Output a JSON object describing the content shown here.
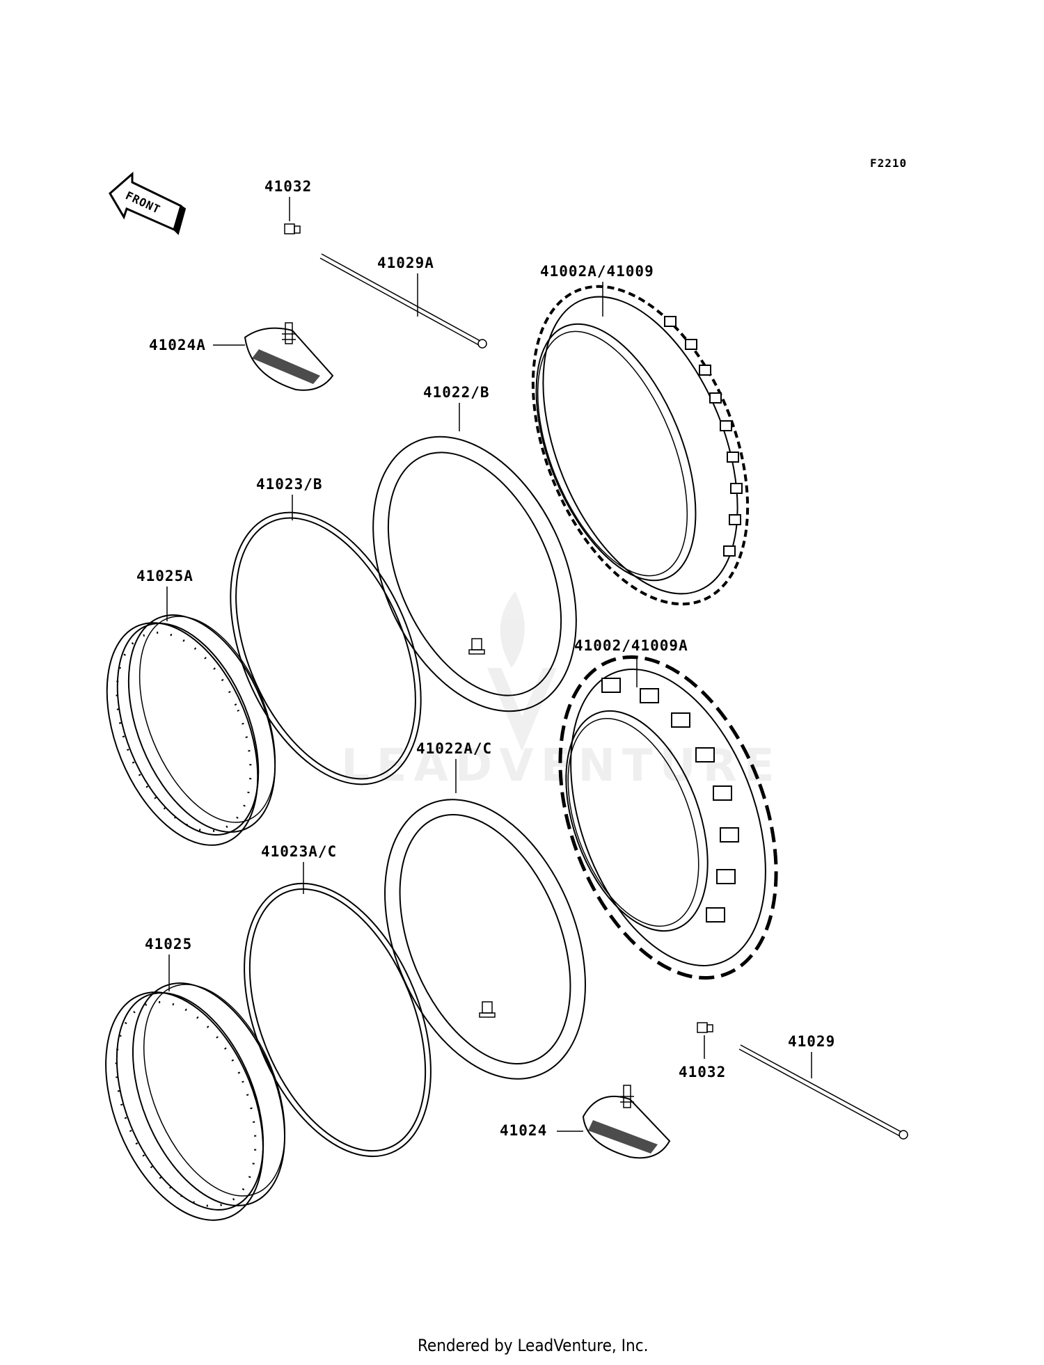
{
  "diagram": {
    "code": "F2210",
    "front_arrow_text": "FRONT",
    "watermark": "LEADVENTURE",
    "footer": "Rendered by LeadVenture, Inc.",
    "parts": [
      {
        "id": "valve_cap_top",
        "label": "41032"
      },
      {
        "id": "spoke_front",
        "label": "41029A"
      },
      {
        "id": "tire_front",
        "label": "41002A/41009"
      },
      {
        "id": "rim_lock_front",
        "label": "41024A"
      },
      {
        "id": "tube_front",
        "label": "41022/B"
      },
      {
        "id": "rim_band_front",
        "label": "41023/B"
      },
      {
        "id": "rim_front",
        "label": "41025A"
      },
      {
        "id": "tire_rear",
        "label": "41002/41009A"
      },
      {
        "id": "tube_rear",
        "label": "41022A/C"
      },
      {
        "id": "rim_band_rear",
        "label": "41023A/C"
      },
      {
        "id": "rim_rear",
        "label": "41025"
      },
      {
        "id": "valve_cap_bottom",
        "label": "41032"
      },
      {
        "id": "spoke_rear",
        "label": "41029"
      },
      {
        "id": "rim_lock_rear",
        "label": "41024"
      }
    ]
  }
}
